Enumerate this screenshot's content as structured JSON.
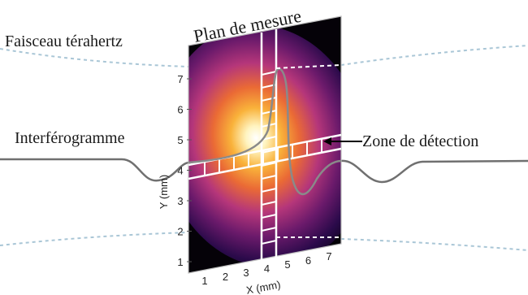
{
  "labels": {
    "beam": "Faisceau térahertz",
    "plane": "Plan de mesure",
    "interferogram": "Interférogramme",
    "detection_zone": "Zone de détection"
  },
  "axes": {
    "x_label": "X (mm)",
    "y_label": "Y (mm)",
    "x_ticks": [
      "1",
      "2",
      "3",
      "4",
      "5",
      "6",
      "7"
    ],
    "y_ticks": [
      "1",
      "2",
      "3",
      "4",
      "5",
      "6",
      "7"
    ]
  },
  "colors": {
    "beam_outline": "#a9c6d6",
    "interferogram": "#707070",
    "grid": "#ffffff",
    "heatmap": [
      "#000000",
      "#2a0a4a",
      "#6b1a6b",
      "#b5367a",
      "#ea6a35",
      "#f9b23a",
      "#fff4c0",
      "#ffffff"
    ]
  }
}
